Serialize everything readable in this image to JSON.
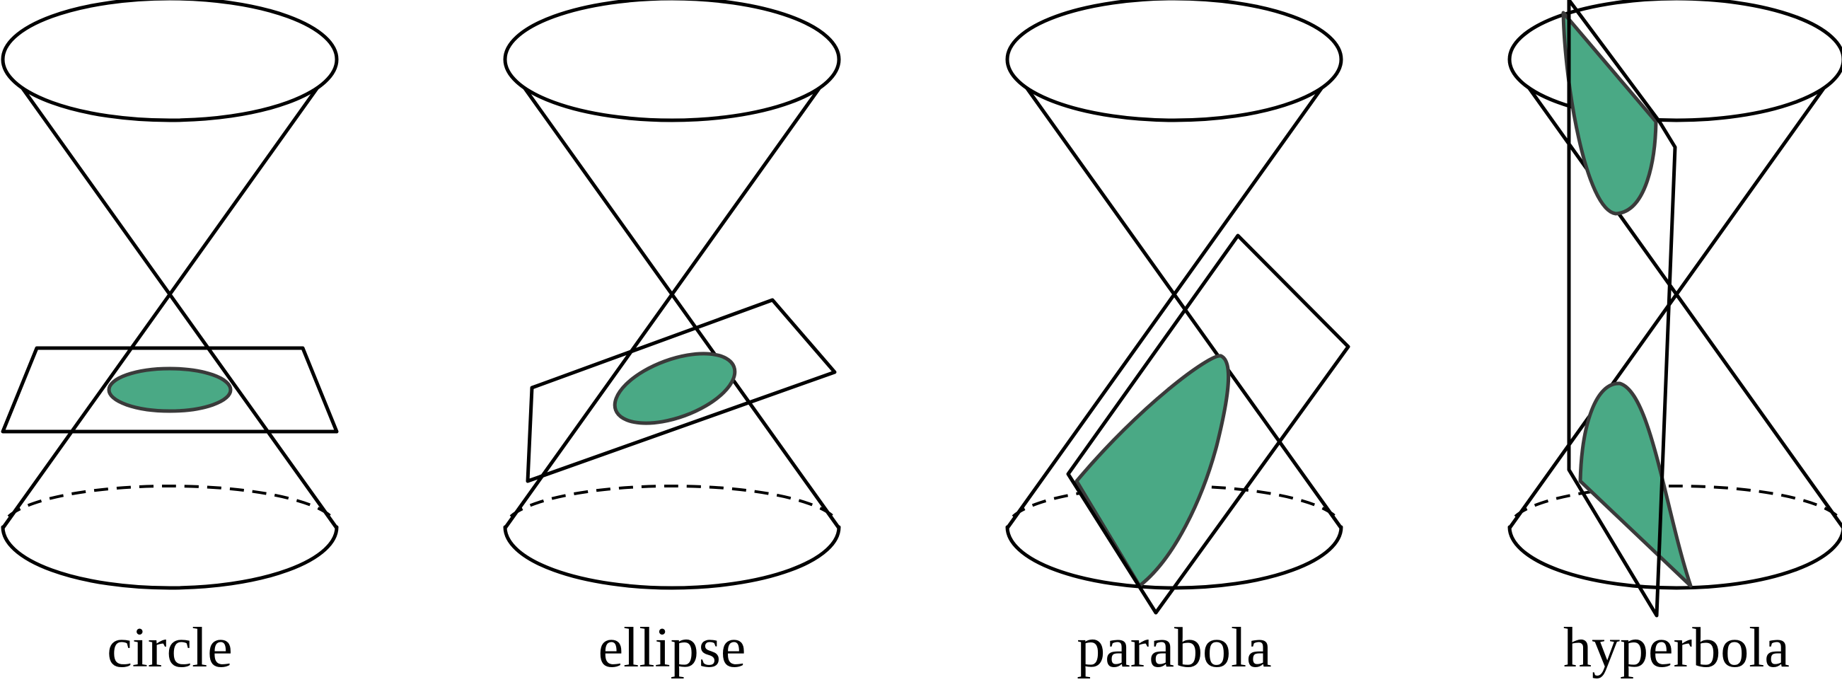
{
  "colors": {
    "section_fill": "#4aa985",
    "section_edge": "#3a3a3a",
    "line": "#000000",
    "background": "#ffffff"
  },
  "panels": [
    {
      "id": "circle",
      "label": "circle"
    },
    {
      "id": "ellipse",
      "label": "ellipse"
    },
    {
      "id": "parabola",
      "label": "parabola"
    },
    {
      "id": "hyperbola",
      "label": "hyperbola"
    }
  ]
}
